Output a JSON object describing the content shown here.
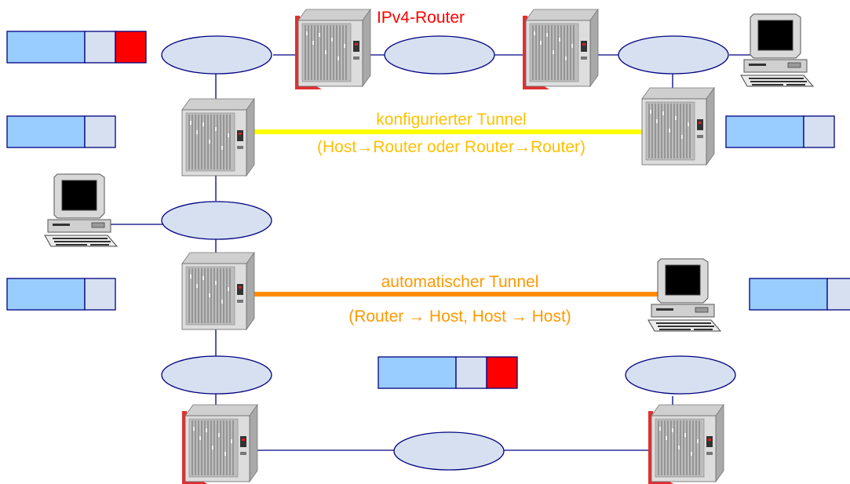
{
  "labels": {
    "ipv4_router": "IPv4-Router",
    "configured_tunnel": "konfigurierter Tunnel",
    "configured_tunnel_detail": "(Host→Router oder Router→Router)",
    "automatic_tunnel": "automatischer Tunnel",
    "automatic_tunnel_detail": "(Router → Host, Host → Host)"
  },
  "colors": {
    "ipv4_router_label": "#ff0000",
    "configured_tunnel": "#ffff00",
    "configured_tunnel_text": "#ffc000",
    "automatic_tunnel": "#ff8c00",
    "automatic_tunnel_text": "#ff9900",
    "network_cloud": "#d6e0f0",
    "packet_ipv6_payload": "#99ccff",
    "packet_ipv6_header": "#d6e0f0",
    "packet_ipv4_header": "#ff0000",
    "link": "#000080",
    "router_ipv4_accent": "#e03030"
  },
  "packet_legend": [
    {
      "id": "packet-top-left",
      "segments": [
        "ipv6-payload",
        "ipv6-header",
        "ipv4-header"
      ]
    },
    {
      "id": "packet-config-left",
      "segments": [
        "ipv6-payload",
        "ipv6-header"
      ]
    },
    {
      "id": "packet-config-right",
      "segments": [
        "ipv6-payload",
        "ipv6-header"
      ]
    },
    {
      "id": "packet-auto-left",
      "segments": [
        "ipv6-payload",
        "ipv6-header"
      ]
    },
    {
      "id": "packet-auto-right",
      "segments": [
        "ipv6-payload",
        "ipv6-header"
      ]
    },
    {
      "id": "packet-bottom-center",
      "segments": [
        "ipv6-payload",
        "ipv6-header",
        "ipv4-header"
      ]
    }
  ]
}
